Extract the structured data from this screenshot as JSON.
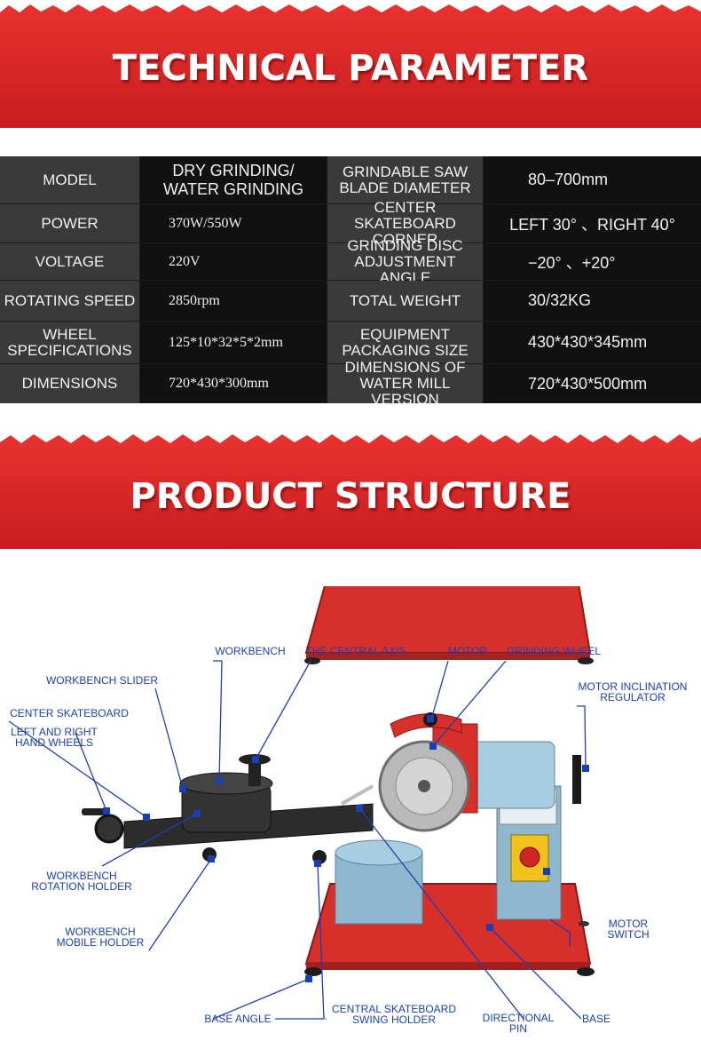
{
  "sections": {
    "technical_title": "TECHNICAL PARAMETER",
    "structure_title": "PRODUCT STRUCTURE"
  },
  "colors": {
    "banner_red": "#e0262a",
    "table_dark": "#111111",
    "label_gray": "#3a3a3a",
    "callout_blue": "#1b3fb0"
  },
  "table": [
    {
      "label1": "MODEL",
      "value1": "DRY GRINDING/\nWATER GRINDING",
      "label2": "GRINDABLE SAW\nBLADE DIAMETER",
      "value2": "80–700mm"
    },
    {
      "label1": "POWER",
      "value1": "370W/550W",
      "label2": "CENTER SKATEBOARD\nCORNER",
      "value2": "LEFT 30° 、RIGHT 40°"
    },
    {
      "label1": "VOLTAGE",
      "value1": "220V",
      "label2": "GRINDING DISC\nADJUSTMENT ANGLE",
      "value2": "−20° 、+20°"
    },
    {
      "label1": "ROTATING SPEED",
      "value1": "2850rpm",
      "label2": "TOTAL WEIGHT",
      "value2": "30/32KG"
    },
    {
      "label1": "WHEEL\nSPECIFICATIONS",
      "value1": "125*10*32*5*2mm",
      "label2": "EQUIPMENT\nPACKAGING SIZE",
      "value2": "430*430*345mm"
    },
    {
      "label1": "DIMENSIONS",
      "value1": "720*430*300mm",
      "label2": "DIMENSIONS OF\nWATER MILL VERSION",
      "value2": "720*430*500mm"
    }
  ],
  "callouts": {
    "workbench": "WORKBENCH",
    "central_axis": "THE CENTRAL AXIS",
    "motor": "MOTOR",
    "grinding_wheel": "GRINDING WHEEL",
    "workbench_slider": "WORKBENCH SLIDER",
    "motor_inclination": "MOTOR INCLINATION\nREGULATOR",
    "center_skateboard": "CENTER SKATEBOARD",
    "hand_wheels": "LEFT AND RIGHT\nHAND WHEELS",
    "rotation_holder": "WORKBENCH\nROTATION HOLDER",
    "mobile_holder": "WORKBENCH\nMOBILE HOLDER",
    "motor_switch": "MOTOR\nSWITCH",
    "base_angle": "BASE ANGLE",
    "swing_holder": "CENTRAL SKATEBOARD\nSWING HOLDER",
    "directional_pin": "DIRECTIONAL\nPIN",
    "base": "BASE"
  }
}
